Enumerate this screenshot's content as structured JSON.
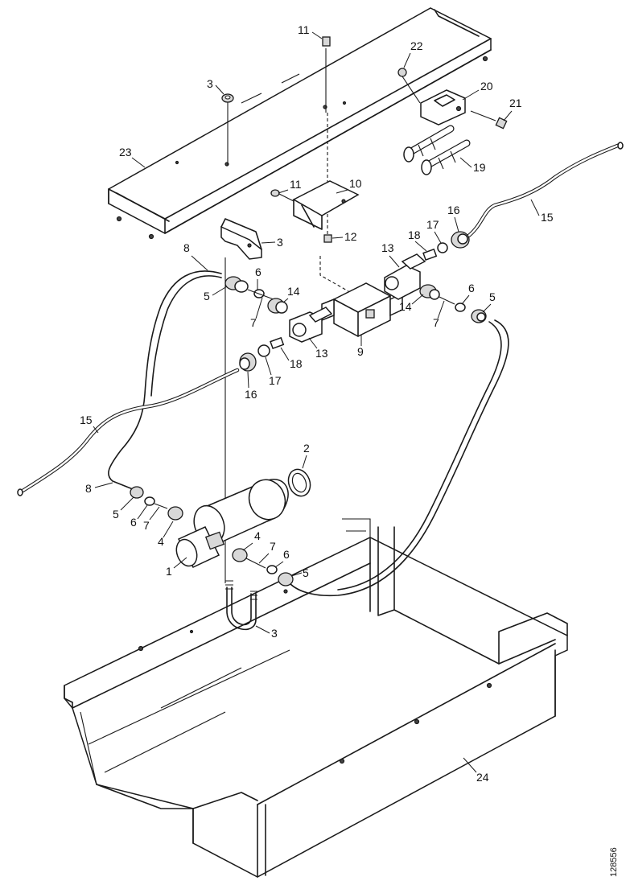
{
  "labels": {
    "p1": "1",
    "p2": "2",
    "p3a": "3",
    "p3b": "3",
    "p3c": "3",
    "p4a": "4",
    "p4b": "4",
    "p5a": "5",
    "p5b": "5",
    "p5c": "5",
    "p5d": "5",
    "p6a": "6",
    "p6b": "6",
    "p6c": "6",
    "p6d": "6",
    "p7a": "7",
    "p7b": "7",
    "p7c": "7",
    "p7d": "7",
    "p8a": "8",
    "p8b": "8",
    "p9": "9",
    "p10": "10",
    "p11a": "11",
    "p11b": "11",
    "p12": "12",
    "p13a": "13",
    "p13b": "13",
    "p14a": "14",
    "p14b": "14",
    "p15a": "15",
    "p15b": "15",
    "p16a": "16",
    "p16b": "16",
    "p17a": "17",
    "p17b": "17",
    "p18a": "18",
    "p18b": "18",
    "p19": "19",
    "p20": "20",
    "p21": "21",
    "p22": "22",
    "p23": "23",
    "p24": "24"
  },
  "figure_code": "128556"
}
